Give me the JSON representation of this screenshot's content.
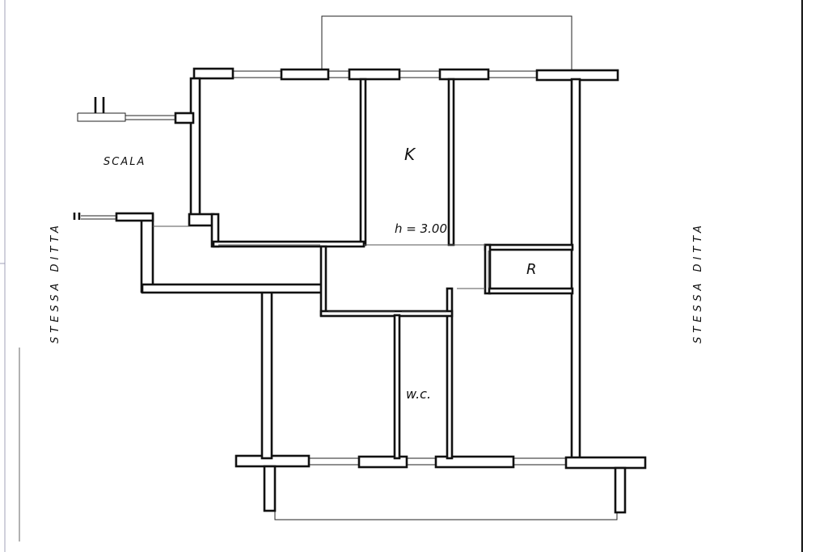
{
  "labels": {
    "scala": "SCALA",
    "kitchen": "K",
    "height": "h = 3.00",
    "closet": "R",
    "wc": "w.c.",
    "neighbor_left": "STESSA DITTA",
    "neighbor_right": "STESSA DITTA"
  }
}
